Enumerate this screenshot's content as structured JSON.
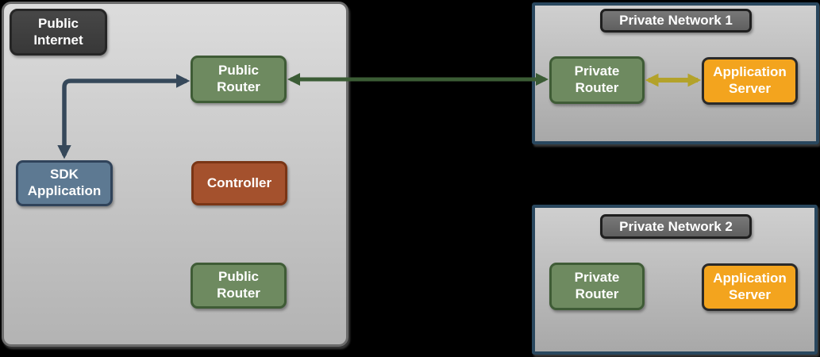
{
  "canvas": {
    "background": "#000000"
  },
  "zones": {
    "public_internet": {
      "label": "Public\nInternet",
      "label_fill": "#3e3e3e",
      "zone_fill_top": "#dcdcdc",
      "zone_fill_bottom": "#b3b3b3",
      "zone_border": "#6b6b6b",
      "nodes": {
        "public_router_top": {
          "label": "Public\nRouter",
          "fill": "#6e8a60",
          "border": "#3f5c36"
        },
        "sdk_application": {
          "label": "SDK\nApplication",
          "fill": "#5d7992",
          "border": "#30435a"
        },
        "controller": {
          "label": "Controller",
          "fill": "#a4512d",
          "border": "#7a3515"
        },
        "public_router_bottom": {
          "label": "Public\nRouter",
          "fill": "#6e8a60",
          "border": "#3f5c36"
        }
      }
    },
    "private_network_1": {
      "title": "Private Network 1",
      "zone_border": "#29475e",
      "nodes": {
        "private_router": {
          "label": "Private\nRouter",
          "fill": "#6e8a60",
          "border": "#3f5c36"
        },
        "application_server": {
          "label": "Application\nServer",
          "fill": "#f3a41e",
          "border": "#2a2a2a"
        }
      }
    },
    "private_network_2": {
      "title": "Private Network 2",
      "zone_border": "#29475e",
      "nodes": {
        "private_router": {
          "label": "Private\nRouter",
          "fill": "#6e8a60",
          "border": "#3f5c36"
        },
        "application_server": {
          "label": "Application\nServer",
          "fill": "#f3a41e",
          "border": "#2a2a2a"
        }
      }
    }
  },
  "connections": [
    {
      "from": "SDK Application",
      "to": "Public Router",
      "shape": "elbow",
      "arrows": "both",
      "color": "#36485a"
    },
    {
      "from": "Public Router",
      "to": "Private Router (Private Network 1)",
      "shape": "straight",
      "arrows": "both",
      "color": "#3b5c35"
    },
    {
      "from": "Private Router (Private Network 1)",
      "to": "Application Server (Private Network 1)",
      "shape": "straight",
      "arrows": "both",
      "color": "#b3a22a"
    }
  ]
}
